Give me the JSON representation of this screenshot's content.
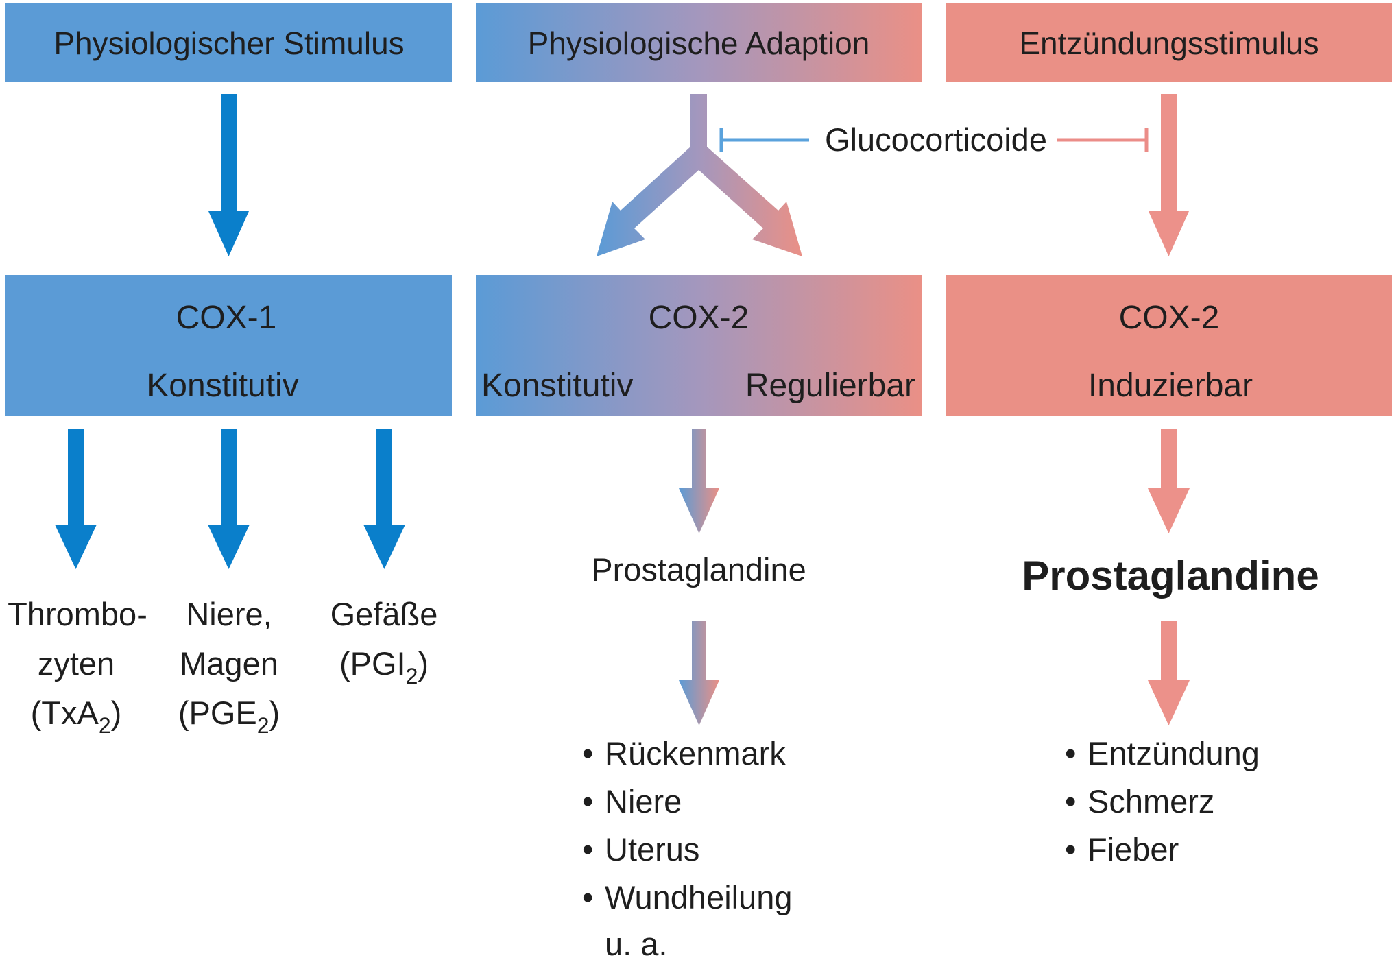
{
  "colors": {
    "blue_box": "#5b9bd6",
    "blue_arrow": "#0a7fcb",
    "red_box": "#ea9086",
    "red_arrow": "#ec918a",
    "inhibitor_blue": "#5aa2dc",
    "inhibitor_red": "#eb8d88"
  },
  "columns": {
    "left": {
      "stimulus": "Physiologischer Stimulus",
      "enzyme": "COX-1",
      "type": "Konstitutiv",
      "targets": [
        {
          "lines": [
            "Thrombo-",
            "zyten"
          ],
          "compound": "(TxA",
          "subscript": "2",
          "close": ")"
        },
        {
          "lines": [
            "Niere,",
            "Magen"
          ],
          "compound": "(PGE",
          "subscript": "2",
          "close": ")"
        },
        {
          "lines": [
            "Gefäße"
          ],
          "compound": "(PGI",
          "subscript": "2",
          "close": ")"
        }
      ]
    },
    "middle": {
      "stimulus": "Physiologische Adaption",
      "enzyme": "COX-2",
      "type_left": "Konstitutiv",
      "type_right": "Regulierbar",
      "product": "Prostaglandine",
      "effects": [
        "Rückenmark",
        "Niere",
        "Uterus",
        "Wundheilung"
      ],
      "effects_tail": "u. a."
    },
    "right": {
      "stimulus": "Entzündungsstimulus",
      "enzyme": "COX-2",
      "type": "Induzierbar",
      "product": "Prostaglandine",
      "effects": [
        "Entzündung",
        "Schmerz",
        "Fieber"
      ]
    }
  },
  "inhibitor": {
    "label": "Glucocorticoide"
  },
  "bullet": "•"
}
